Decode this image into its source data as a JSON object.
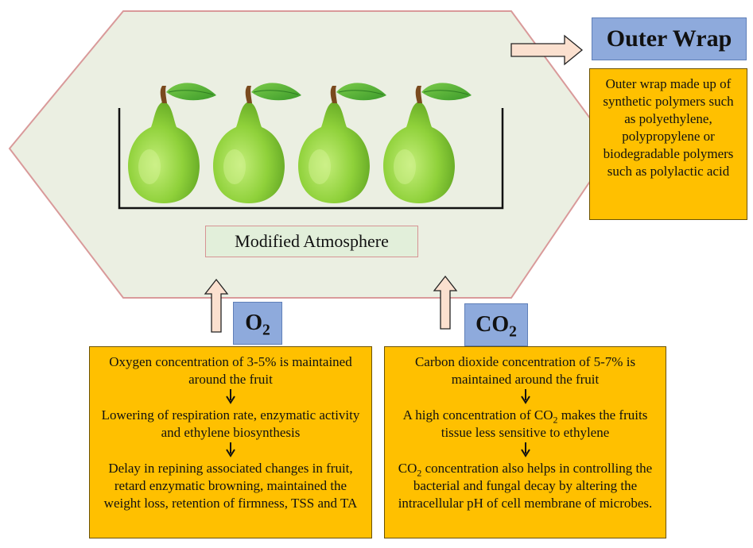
{
  "container": {
    "label": "Modified Atmosphere",
    "fruit": "pear"
  },
  "outer_wrap": {
    "title": "Outer Wrap",
    "description": "Outer wrap made up of synthetic polymers such as polyethylene, polypropylene or biodegradable polymers such as polylactic acid"
  },
  "o2": {
    "label_main": "O",
    "label_sub": "2",
    "steps": [
      "Oxygen concentration of 3-5% is maintained around the fruit",
      "Lowering of respiration rate, enzymatic activity and ethylene biosynthesis",
      "Delay in repining associated changes in fruit, retard enzymatic browning, maintained the weight loss, retention of firmness, TSS and TA"
    ]
  },
  "co2": {
    "label_main": "CO",
    "label_sub": "2",
    "step1": "Carbon dioxide concentration of 5-7% is maintained around the fruit",
    "step2_pre": "A high concentration of CO",
    "step2_sub": "2",
    "step2_post": " makes the fruits tissue less sensitive to ethylene",
    "step3_pre": "CO",
    "step3_sub": "2",
    "step3_post": " concentration also helps in controlling the bacterial and fungal decay by altering the intracellular pH of cell membrane of microbes."
  },
  "colors": {
    "hexagon_fill": "#ebefe2",
    "hexagon_border": "#d99a9a",
    "label_box": "#8eaadc",
    "info_box": "#ffc000",
    "arrow_fill": "#fbe0cf",
    "pear_green": "#8fd13a",
    "leaf_green": "#4cae32"
  }
}
